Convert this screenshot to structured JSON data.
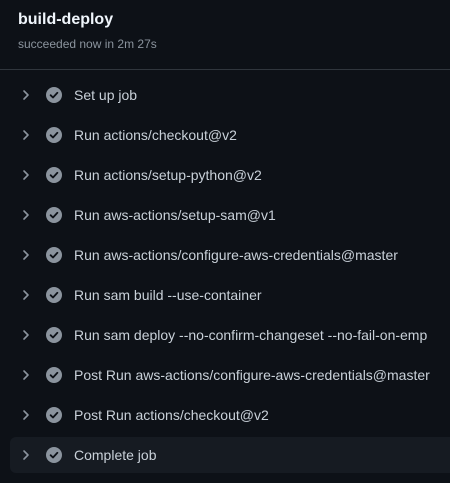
{
  "job": {
    "title": "build-deploy",
    "status_text": "succeeded now in 2m 27s"
  },
  "icons": {
    "chevron": "chevron-right-icon",
    "status": "check-circle-icon"
  },
  "colors": {
    "check_circle": "#8b949e",
    "active_row": "#161b22"
  },
  "steps": [
    {
      "label": "Set up job"
    },
    {
      "label": "Run actions/checkout@v2"
    },
    {
      "label": "Run actions/setup-python@v2"
    },
    {
      "label": "Run aws-actions/setup-sam@v1"
    },
    {
      "label": "Run aws-actions/configure-aws-credentials@master"
    },
    {
      "label": "Run sam build --use-container"
    },
    {
      "label": "Run sam deploy --no-confirm-changeset --no-fail-on-emp"
    },
    {
      "label": "Post Run aws-actions/configure-aws-credentials@master"
    },
    {
      "label": "Post Run actions/checkout@v2"
    },
    {
      "label": "Complete job"
    }
  ]
}
